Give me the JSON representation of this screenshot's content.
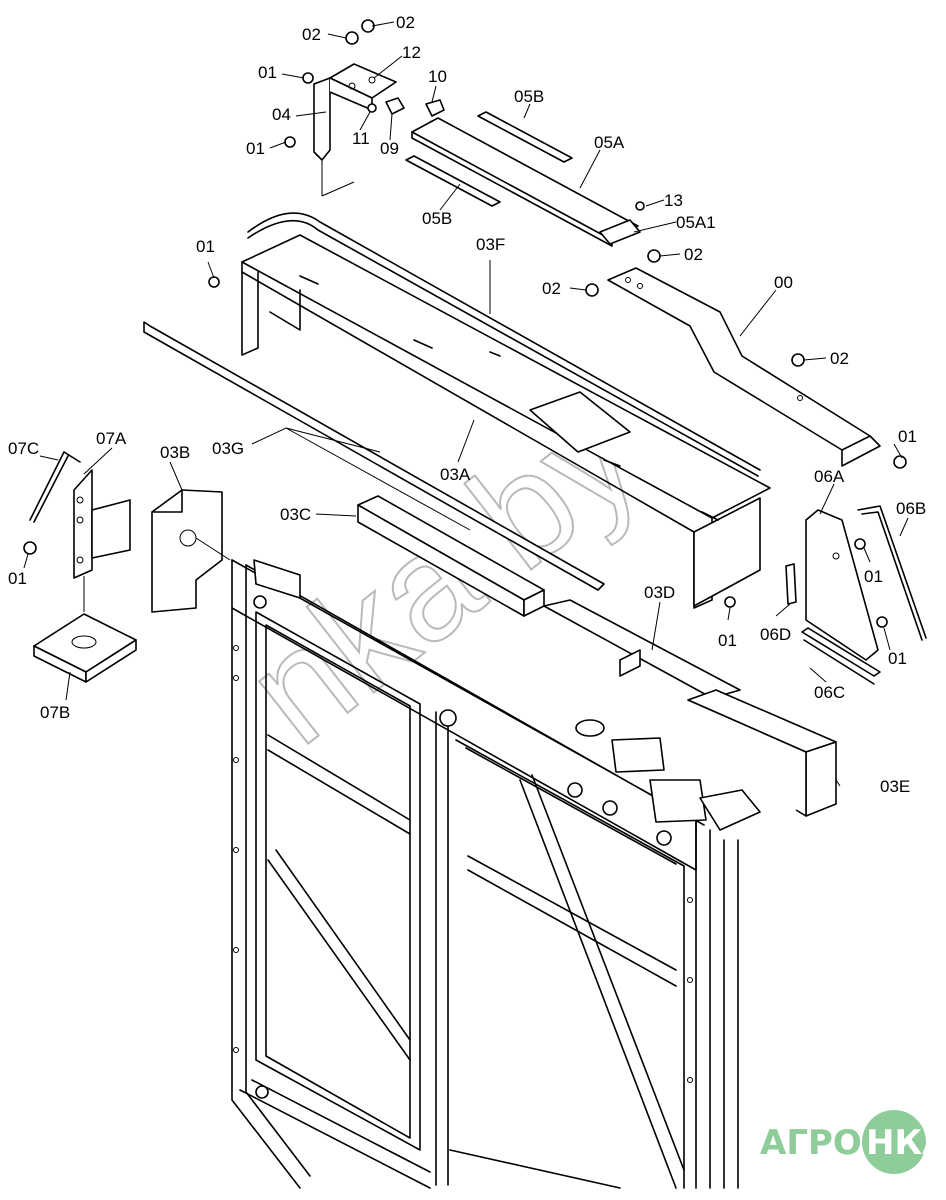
{
  "diagram": {
    "labels": {
      "l00": "00",
      "l01a": "01",
      "l01b": "01",
      "l01c": "01",
      "l01d": "01",
      "l01e": "01",
      "l01f": "01",
      "l01g": "01",
      "l01h": "01",
      "l02a": "02",
      "l02b": "02",
      "l02c": "02",
      "l02d": "02",
      "l02e": "02",
      "l03A": "03A",
      "l03B": "03B",
      "l03C": "03C",
      "l03D": "03D",
      "l03E": "03E",
      "l03F": "03F",
      "l03G": "03G",
      "l04": "04",
      "l05A": "05A",
      "l05A1": "05A1",
      "l05Ba": "05B",
      "l05Bb": "05B",
      "l06A": "06A",
      "l06B": "06B",
      "l06C": "06C",
      "l06D": "06D",
      "l07A": "07A",
      "l07B": "07B",
      "l07C": "07C",
      "l09": "09",
      "l10": "10",
      "l11": "11",
      "l12": "12",
      "l13": "13"
    },
    "watermark": "nka.by",
    "logo": {
      "left": "АГРО",
      "right": "НКА",
      "color": "#8ecd9a"
    }
  }
}
